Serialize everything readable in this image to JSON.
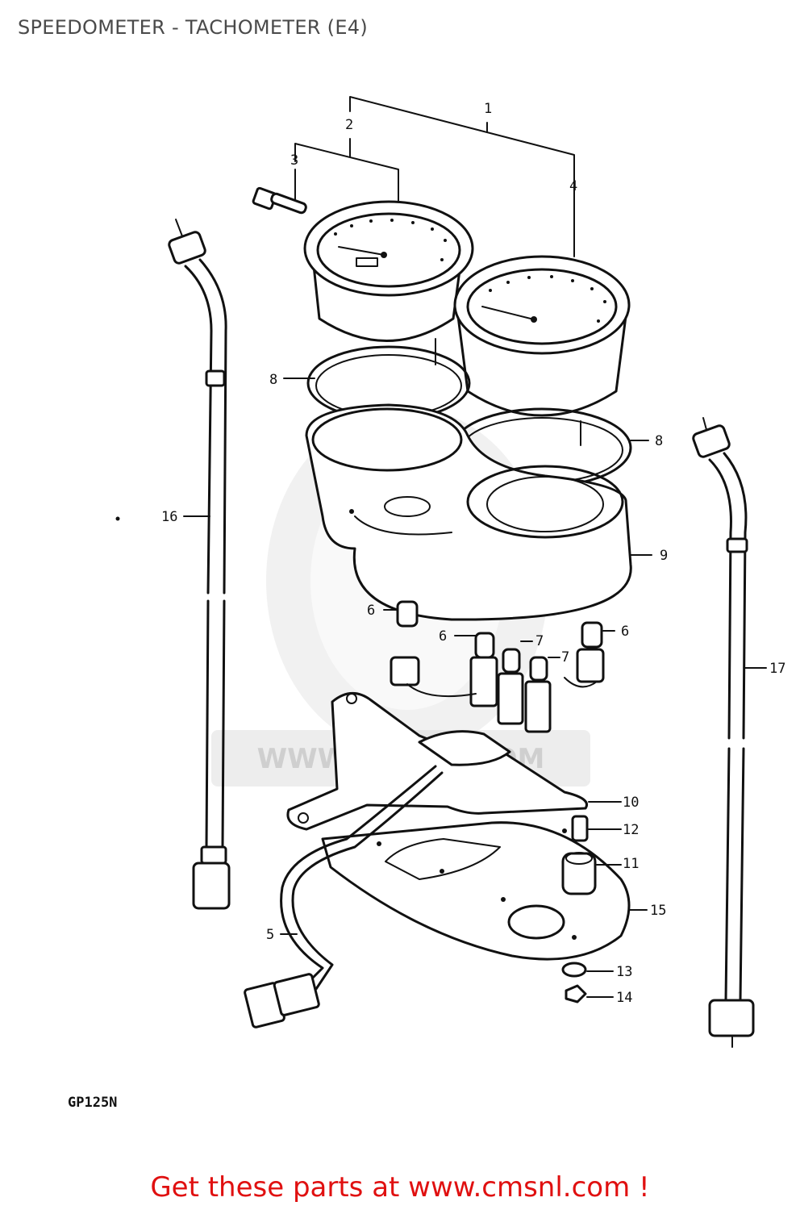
{
  "title": "SPEEDOMETER - TACHOMETER (E4)",
  "model_code": "GP125N",
  "watermark_text": "WWW.CMSNL.COM",
  "footer_text": "Get these parts at www.cmsnl.com !",
  "footer_color": "#e01010",
  "callouts": {
    "c1": "1",
    "c2": "2",
    "c3": "3",
    "c4": "4",
    "c5": "5",
    "c6a": "6",
    "c6b": "6",
    "c6c": "6",
    "c7a": "7",
    "c7b": "7",
    "c8a": "8",
    "c8b": "8",
    "c9": "9",
    "c10": "10",
    "c11": "11",
    "c12": "12",
    "c13": "13",
    "c14": "14",
    "c15": "15",
    "c16": "16",
    "c17": "17"
  }
}
